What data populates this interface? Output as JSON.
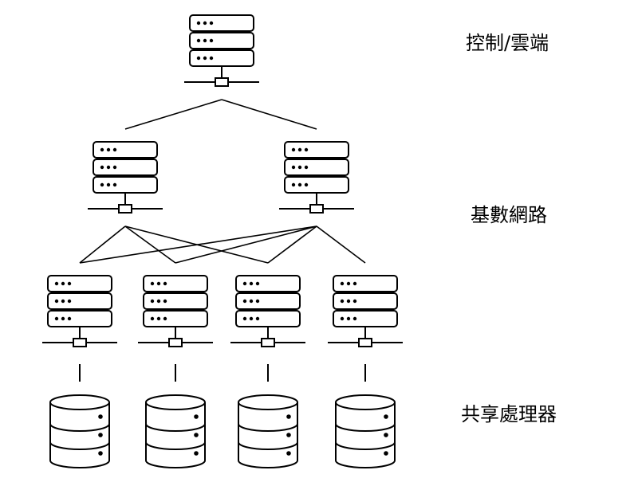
{
  "labels": {
    "control_cloud": "控制/雲端",
    "basic_network": "基數網路",
    "shared_processors": "共享處理器"
  },
  "colors": {
    "stroke": "#000000",
    "fill": "#ffffff",
    "text": "#000000"
  },
  "layers": {
    "control": {
      "server_count": 1
    },
    "network": {
      "server_count": 2
    },
    "processor": {
      "server_count": 4,
      "storage_count": 4
    }
  }
}
